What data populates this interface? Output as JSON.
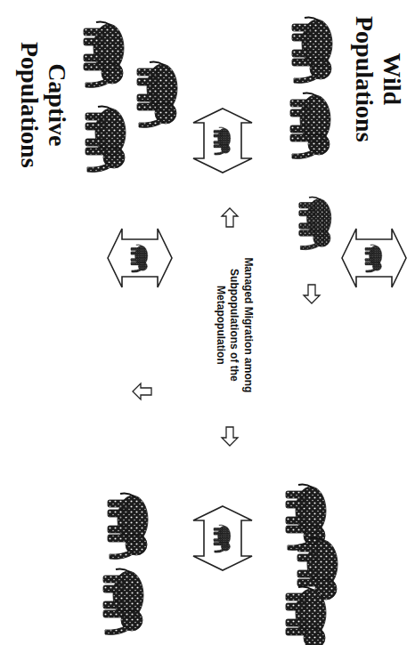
{
  "diagram": {
    "labels": [
      "Captive Populations",
      "Wild Populations",
      "Managed Migration among Subpopulations of the Metapopulation"
    ]
  }
}
